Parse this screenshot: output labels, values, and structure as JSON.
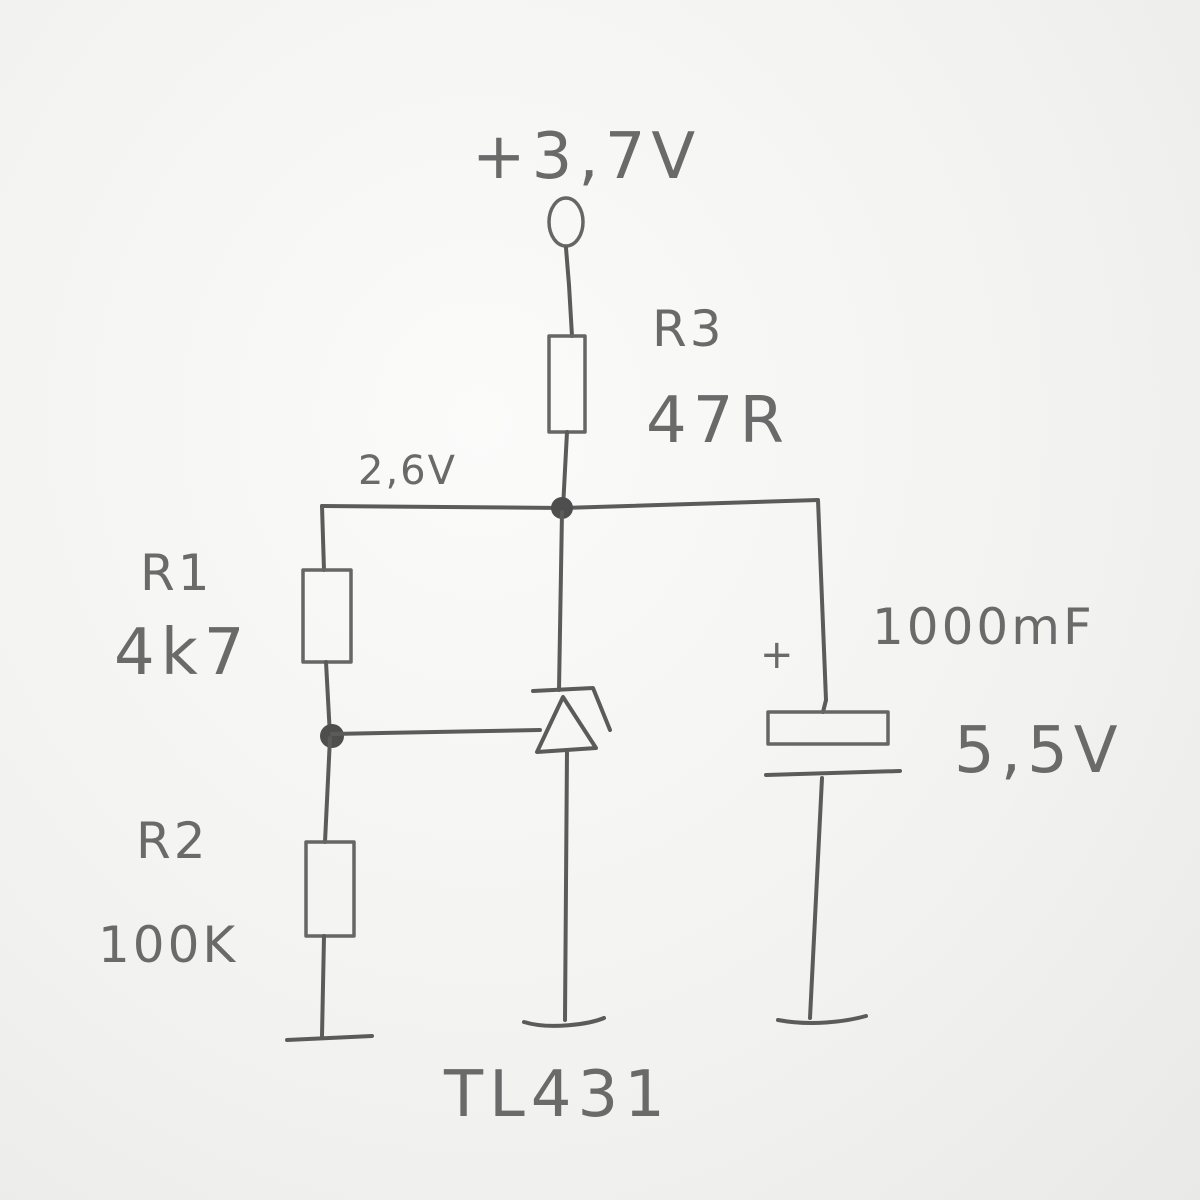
{
  "supply": {
    "label": "+3,7V"
  },
  "r3": {
    "name": "R3",
    "value": "47R"
  },
  "node": {
    "voltage": "2,6V"
  },
  "r1": {
    "name": "R1",
    "value": "4k7"
  },
  "r2": {
    "name": "R2",
    "value": "100K"
  },
  "ic": {
    "name": "TL431"
  },
  "capacitor": {
    "polarity": "+",
    "value": "1000mF",
    "rating": "5,5V"
  },
  "colors": {
    "ink": "#5b5b5b",
    "paper": "#f3f3f1"
  }
}
